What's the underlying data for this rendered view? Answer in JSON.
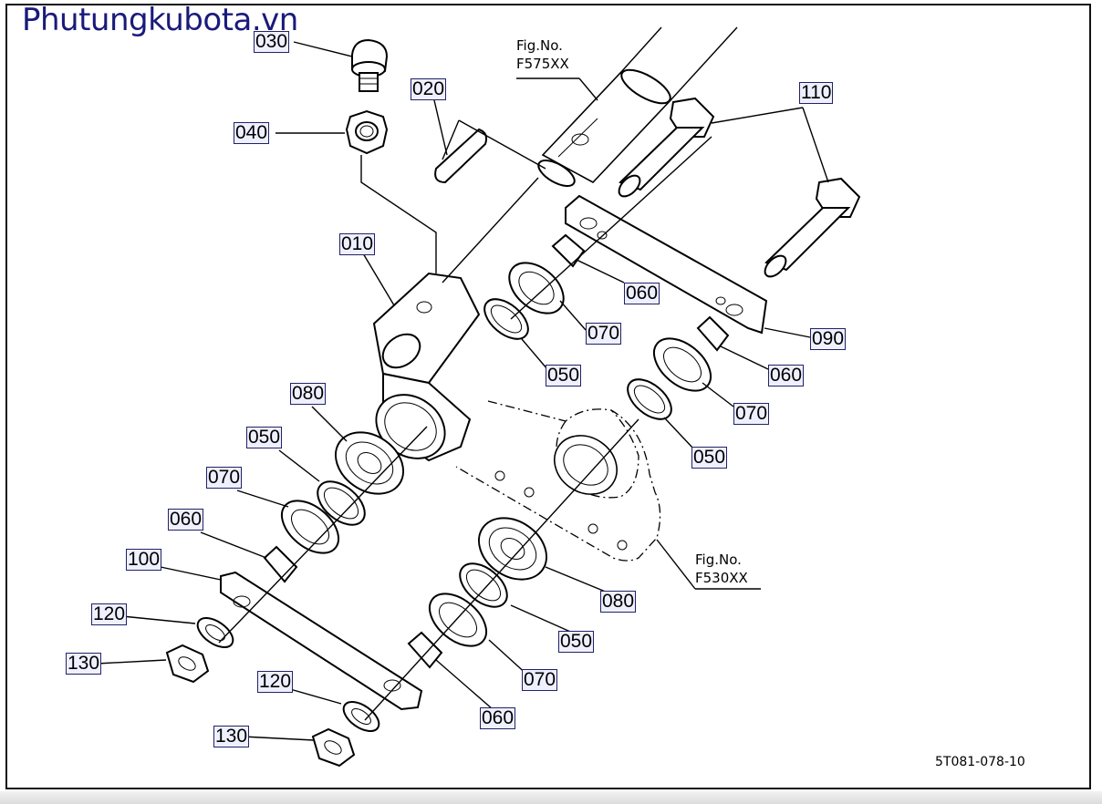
{
  "watermark": "Phutungkubota.vn",
  "figure_refs": {
    "upper": {
      "line1": "Fig.No.",
      "line2": "F575XX"
    },
    "lower": {
      "line1": "Fig.No.",
      "line2": "F530XX"
    }
  },
  "drawing_code": "5T081-078-10",
  "callouts": {
    "c030": "030",
    "c040": "040",
    "c020": "020",
    "c010": "010",
    "c110": "110",
    "c060a": "060",
    "c070a": "070",
    "c050a": "050",
    "c090": "090",
    "c060b": "060",
    "c070b": "070",
    "c050b": "050",
    "c080a": "080",
    "c050c": "050",
    "c070c": "070",
    "c060c": "060",
    "c100": "100",
    "c120a": "120",
    "c130a": "130",
    "c120b": "120",
    "c130b": "130",
    "c080b": "080",
    "c050d": "050",
    "c070d": "070",
    "c060d": "060"
  },
  "colors": {
    "line": "#000000",
    "callout_border": "#222266",
    "callout_fill": "#eef0ff",
    "watermark": "#1a1a7a"
  }
}
